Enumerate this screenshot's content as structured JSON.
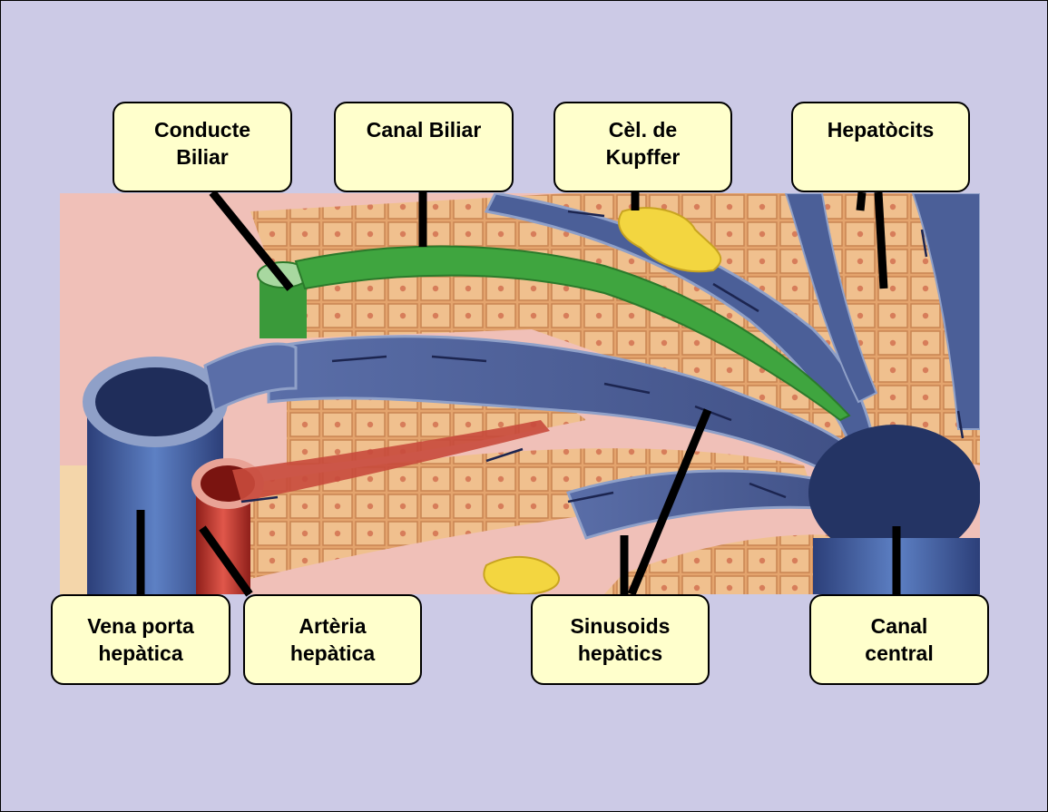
{
  "labels": {
    "conducte_biliar": "Conducte\nBiliar",
    "canal_biliar": "Canal Biliar",
    "kupffer": "Cèl. de\nKupffer",
    "hepatocits": "Hepatòcits",
    "vena_porta": "Vena porta\nhepàtica",
    "arteria": "Artèria\nhepàtica",
    "sinusoids": "Sinusoids\nhepàtics",
    "canal_central": "Canal\ncentral"
  },
  "colors": {
    "background": "#cccae6",
    "label_fill": "#ffffcc",
    "hepatocyte": "#e8b07a",
    "vessel_blue": "#4a5f95",
    "bile_green": "#3a9a3a",
    "artery_red": "#b8322a",
    "kupffer_yellow": "#f3d640"
  },
  "icons": {
    "cell_icon": "hepatocyte-cell",
    "flow_arrow": "flow-arrow"
  }
}
